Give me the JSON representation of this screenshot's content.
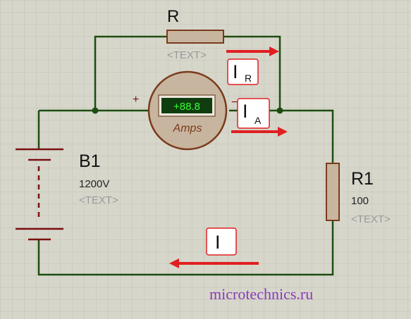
{
  "components": {
    "resistor_top": {
      "name": "R",
      "placeholder": "<TEXT>"
    },
    "ammeter": {
      "display": "+88.8",
      "unit_label": "Amps",
      "plus_sign": "+",
      "minus_sign": "−"
    },
    "battery": {
      "name": "B1",
      "value": "1200V",
      "placeholder": "<TEXT>"
    },
    "resistor_right": {
      "name": "R1",
      "value": "100",
      "placeholder": "<TEXT>"
    }
  },
  "currents": {
    "ir": {
      "symbol": "I",
      "subscript": "R"
    },
    "ia": {
      "symbol": "I",
      "subscript": "A"
    },
    "i": {
      "symbol": "I"
    }
  },
  "watermark": "microtechnics.ru",
  "colors": {
    "background": "#d6d6cb",
    "grid": "#c2c2b6",
    "wire": "#1d4d0f",
    "component_fill": "#c8b5a0",
    "component_stroke": "#7a3b1a",
    "battery": "#7a1010",
    "arrow": "#e02020",
    "label_border": "#e02020",
    "display_bg": "#0f3d0f",
    "display_text": "#39ff39",
    "watermark": "#8a3ab9",
    "placeholder": "#9a9a9a"
  }
}
